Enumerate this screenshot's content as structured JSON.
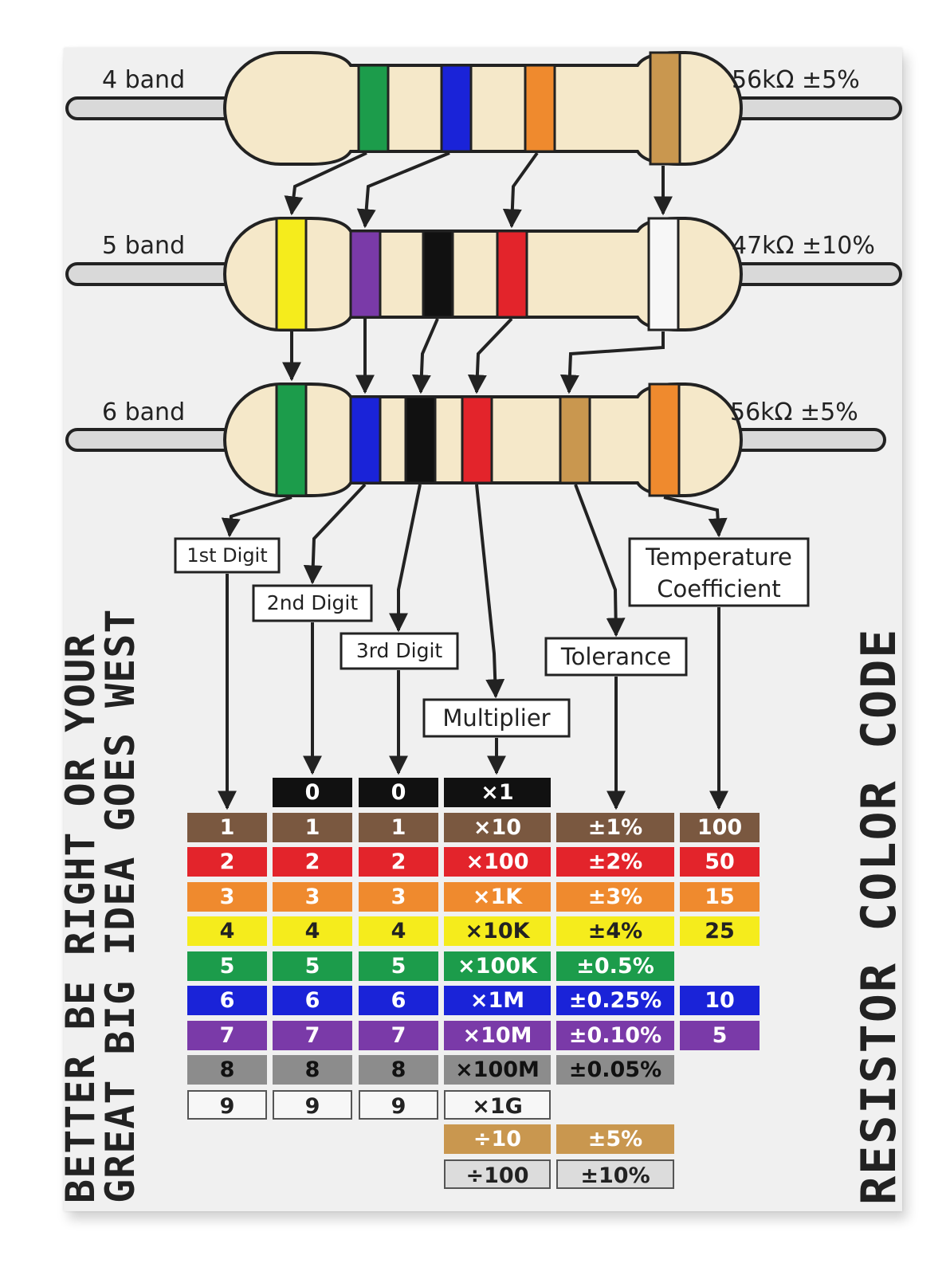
{
  "title_left_line1": "BETTER BE RIGHT OR YOUR",
  "title_left_line2": "GREAT BIG IDEA GOES WEST",
  "title_right": "RESISTOR COLOR CODE",
  "colors": {
    "black": "#111111",
    "brown": "#7a5840",
    "red": "#e3242b",
    "orange": "#ef8a2e",
    "yellow": "#f5ec1c",
    "green": "#1c9c4b",
    "blue": "#1a23d8",
    "violet": "#7a3aa8",
    "grey": "#8c8c8c",
    "white": "#f7f7f7",
    "gold": "#c9974f",
    "silver": "#dcdcdc",
    "body": "#f5e8c9",
    "lead": "#d9d9d9"
  },
  "resistors": [
    {
      "label": "4 band",
      "value": "56kΩ ±5%",
      "bands": [
        "green",
        "blue",
        "orange",
        "gold"
      ]
    },
    {
      "label": "5 band",
      "value": "47kΩ ±10%",
      "bands": [
        "yellow",
        "violet",
        "black",
        "red",
        "white"
      ]
    },
    {
      "label": "6 band",
      "value": "56kΩ ±5%",
      "bands": [
        "green",
        "blue",
        "black",
        "red",
        "gold",
        "orange"
      ]
    }
  ],
  "boxes": {
    "digit1": "1st Digit",
    "digit2": "2nd Digit",
    "digit3": "3rd Digit",
    "multiplier": "Multiplier",
    "tolerance": "Tolerance",
    "tempco_line1": "Temperature",
    "tempco_line2": "Coefficient"
  },
  "table": {
    "rows": [
      {
        "color": "black",
        "digit1": "",
        "digit2": "0",
        "digit3": "0",
        "multiplier": "×1",
        "tolerance": "",
        "tempco": ""
      },
      {
        "color": "brown",
        "digit1": "1",
        "digit2": "1",
        "digit3": "1",
        "multiplier": "×10",
        "tolerance": "±1%",
        "tempco": "100"
      },
      {
        "color": "red",
        "digit1": "2",
        "digit2": "2",
        "digit3": "2",
        "multiplier": "×100",
        "tolerance": "±2%",
        "tempco": "50"
      },
      {
        "color": "orange",
        "digit1": "3",
        "digit2": "3",
        "digit3": "3",
        "multiplier": "×1K",
        "tolerance": "±3%",
        "tempco": "15"
      },
      {
        "color": "yellow",
        "digit1": "4",
        "digit2": "4",
        "digit3": "4",
        "multiplier": "×10K",
        "tolerance": "±4%",
        "tempco": "25"
      },
      {
        "color": "green",
        "digit1": "5",
        "digit2": "5",
        "digit3": "5",
        "multiplier": "×100K",
        "tolerance": "±0.5%",
        "tempco": ""
      },
      {
        "color": "blue",
        "digit1": "6",
        "digit2": "6",
        "digit3": "6",
        "multiplier": "×1M",
        "tolerance": "±0.25%",
        "tempco": "10"
      },
      {
        "color": "violet",
        "digit1": "7",
        "digit2": "7",
        "digit3": "7",
        "multiplier": "×10M",
        "tolerance": "±0.10%",
        "tempco": "5"
      },
      {
        "color": "grey",
        "digit1": "8",
        "digit2": "8",
        "digit3": "8",
        "multiplier": "×100M",
        "tolerance": "±0.05%",
        "tempco": ""
      },
      {
        "color": "white",
        "digit1": "9",
        "digit2": "9",
        "digit3": "9",
        "multiplier": "×1G",
        "tolerance": "",
        "tempco": ""
      },
      {
        "color": "gold",
        "digit1": "",
        "digit2": "",
        "digit3": "",
        "multiplier": "÷10",
        "tolerance": "±5%",
        "tempco": ""
      },
      {
        "color": "silver",
        "digit1": "",
        "digit2": "",
        "digit3": "",
        "multiplier": "÷100",
        "tolerance": "±10%",
        "tempco": ""
      }
    ]
  }
}
